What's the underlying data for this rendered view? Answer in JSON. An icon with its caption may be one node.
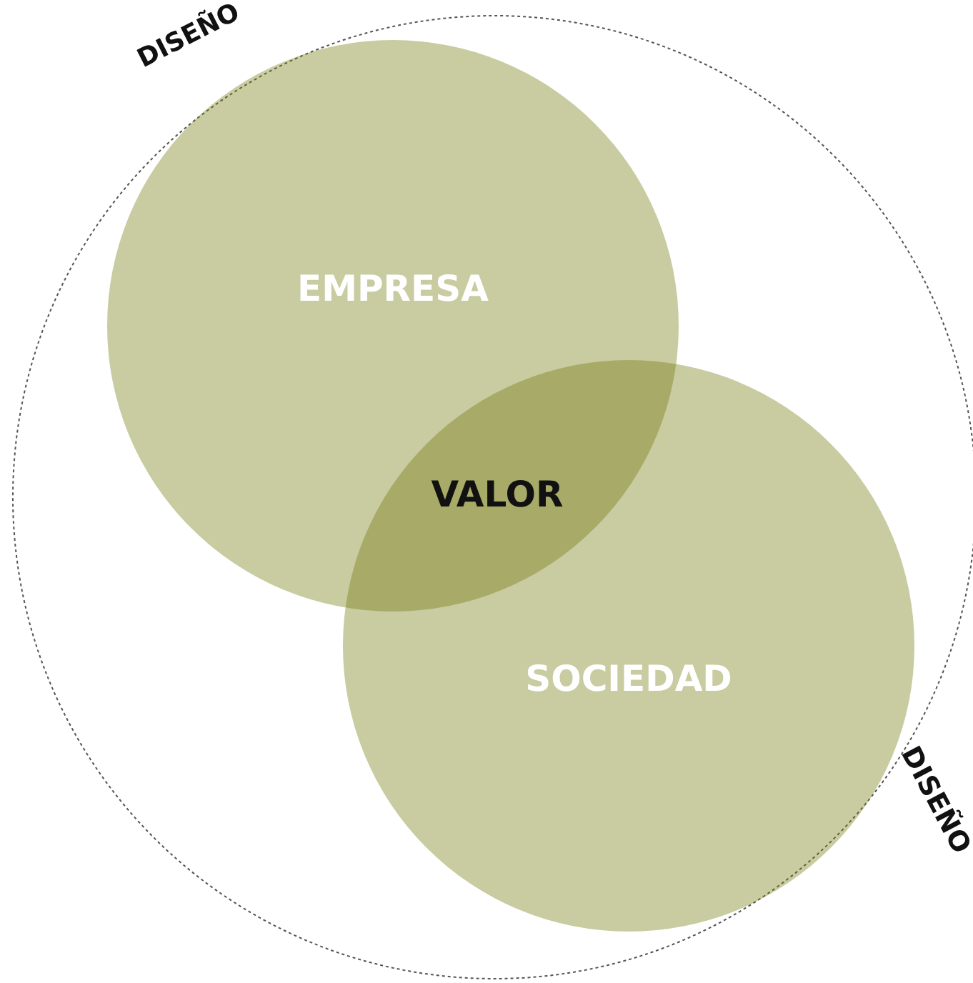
{
  "diagram": {
    "nodes": [
      {
        "text": [
          "DISEÑO",
          "DISEÑO"
        ]
      },
      {
        "text": [
          "EMPRESA"
        ],
        "in": 0
      },
      {
        "text": [
          "SOCIEDAD"
        ],
        "in": 0
      }
    ],
    "labels": [
      "VALOR"
    ]
  }
}
